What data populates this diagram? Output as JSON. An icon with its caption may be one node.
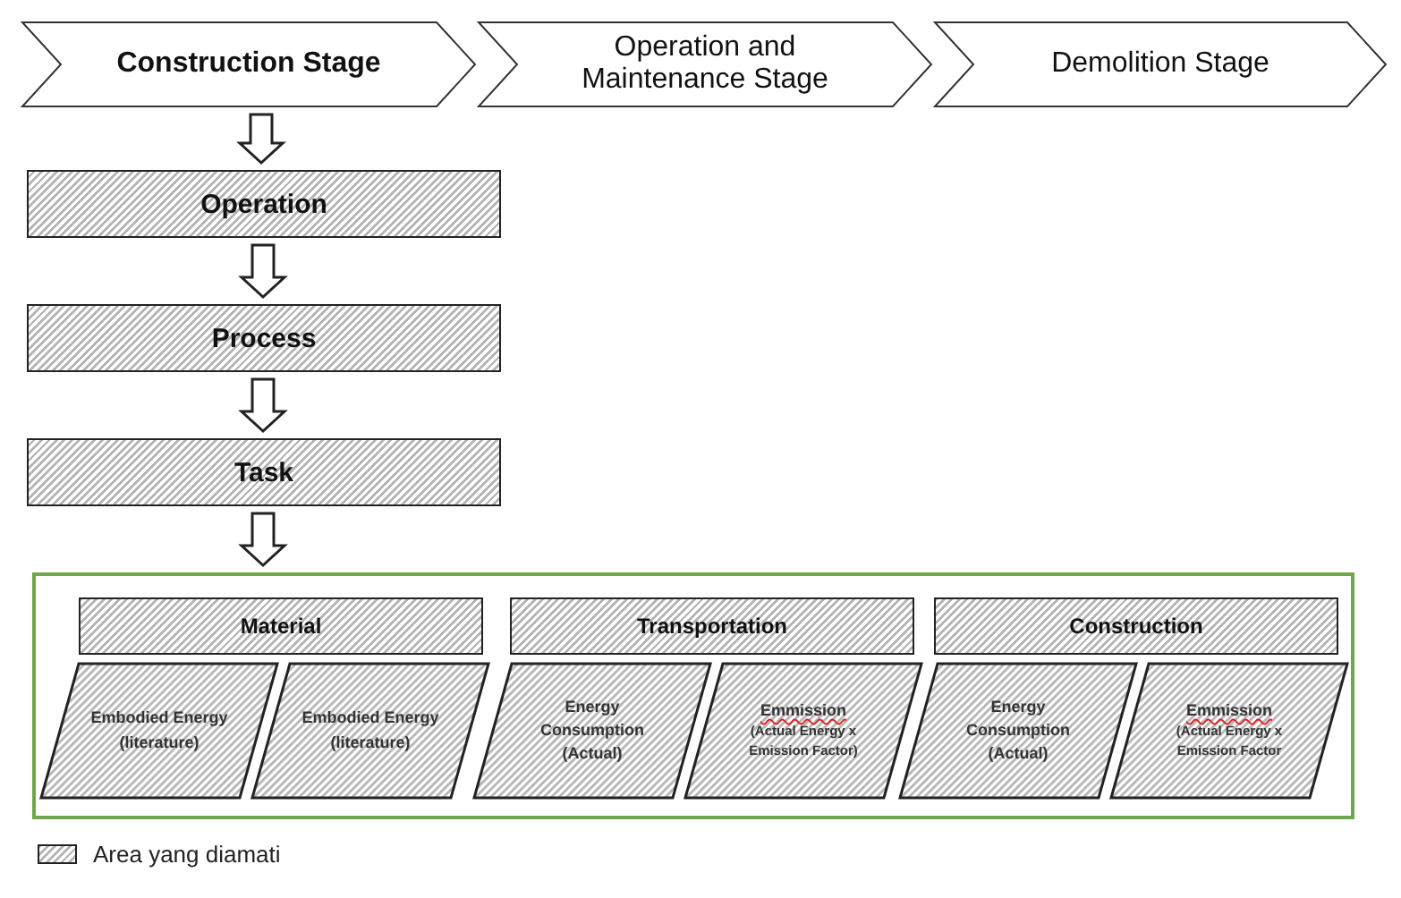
{
  "diagram": {
    "nodes": [
      {
        "text": [
          "Construction Stage"
        ]
      },
      {
        "text": [
          "Operation and Maintenance Stage"
        ]
      },
      {
        "text": [
          "Demolition Stage"
        ]
      },
      {
        "text": [
          "Operation"
        ]
      },
      {
        "text": [
          "Process"
        ]
      },
      {
        "text": [
          "Task"
        ]
      },
      {
        "text": [],
        "shape": "box"
      },
      {
        "text": [
          "Material"
        ],
        "in": 6
      },
      {
        "text": [
          "Transportation"
        ],
        "in": 6
      },
      {
        "text": [
          "Construction"
        ],
        "in": 6
      },
      {
        "text": [
          "Embodied Energy (literature)"
        ],
        "in": 6
      },
      {
        "text": [
          "Embodied Energy (literature)"
        ],
        "in": 6
      },
      {
        "text": [
          "Energy Consumption (Actual)"
        ],
        "in": 6
      },
      {
        "text": [
          "Emmission",
          "(Actual Energy x Emission Factor)"
        ],
        "in": 6
      },
      {
        "text": [
          "Energy Consumption (Actual)"
        ],
        "in": 6
      },
      {
        "text": [
          "Emmission",
          "(Actual Energy x Emission Factor"
        ],
        "in": 6
      }
    ],
    "edges": [
      {
        "from": 0,
        "to": 3,
        "arrow": "to"
      },
      {
        "from": 3,
        "to": 4,
        "arrow": "to"
      },
      {
        "from": 4,
        "to": 5,
        "arrow": "to"
      },
      {
        "from": 5,
        "to": 6,
        "arrow": "to"
      }
    ],
    "legend": [
      {
        "text": "Area yang diamati"
      }
    ]
  }
}
